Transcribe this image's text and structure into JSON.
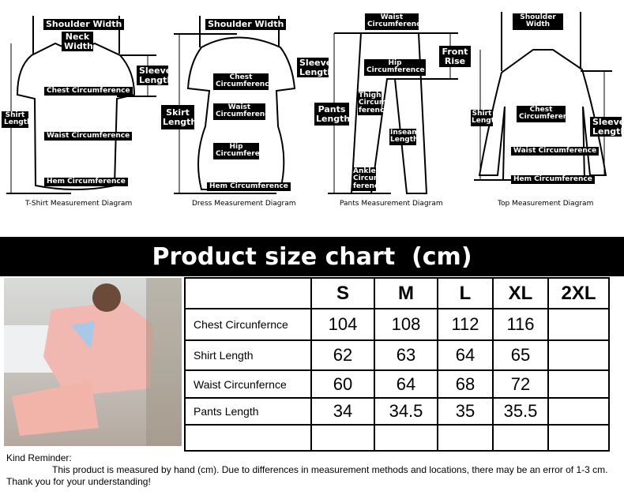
{
  "diagrams": {
    "tshirt": {
      "caption": "T-Shirt Measurement Diagram",
      "labels": {
        "shoulder": "Shoulder Width",
        "neck": "Neck Width",
        "sleeve": "Sleeve Length",
        "chest": "Chest Circumference",
        "length": "Shirt Length",
        "waist": "Waist Circumference",
        "hem": "Hem Circumference"
      }
    },
    "dress": {
      "caption": "Dress Measurement Diagram",
      "labels": {
        "shoulder": "Shoulder Width",
        "sleeve": "Sleeve Length",
        "chest": "Chest Circumference",
        "waist": "Waist Circumference",
        "skirt": "Skirt Length",
        "hip": "Hip Circumference",
        "hem": "Hem Circumference"
      }
    },
    "pants": {
      "caption": "Pants Measurement Diagram",
      "labels": {
        "waist": "Waist Circumference",
        "rise": "Front Rise",
        "hip": "Hip Circumference",
        "length": "Pants Length",
        "thigh": "Thigh Circum ference",
        "inseam": "Inseam Length",
        "ankle": "Ankle Circum ference"
      }
    },
    "top": {
      "caption": "Top Measurement Diagram",
      "labels": {
        "shoulder": "Shoulder Width",
        "length": "Shirt Length",
        "chest": "Chest Circumference",
        "sleeve": "Sleeve Length",
        "waist": "Waist Circumference",
        "hem": "Hem Circumference"
      }
    }
  },
  "title": "Product size chart  (cm)",
  "table": {
    "headers": [
      "",
      "S",
      "M",
      "L",
      "XL",
      "2XL"
    ],
    "rows": [
      [
        "Chest Circunfernce",
        "104",
        "108",
        "112",
        "116",
        ""
      ],
      [
        "Shirt Length",
        "62",
        "63",
        "64",
        "65",
        ""
      ],
      [
        "Waist Circunfernce",
        "60",
        "64",
        "68",
        "72",
        ""
      ],
      [
        "Pants Length",
        "34",
        "34.5",
        "35",
        "35.5",
        ""
      ],
      [
        "",
        "",
        "",
        "",
        "",
        ""
      ]
    ]
  },
  "reminder": {
    "title": "Kind Reminder:",
    "body": "This product is measured by hand (cm). Due to differences in measurement methods and locations, there may be an error of 1-3 cm. Thank you for your understanding!"
  }
}
